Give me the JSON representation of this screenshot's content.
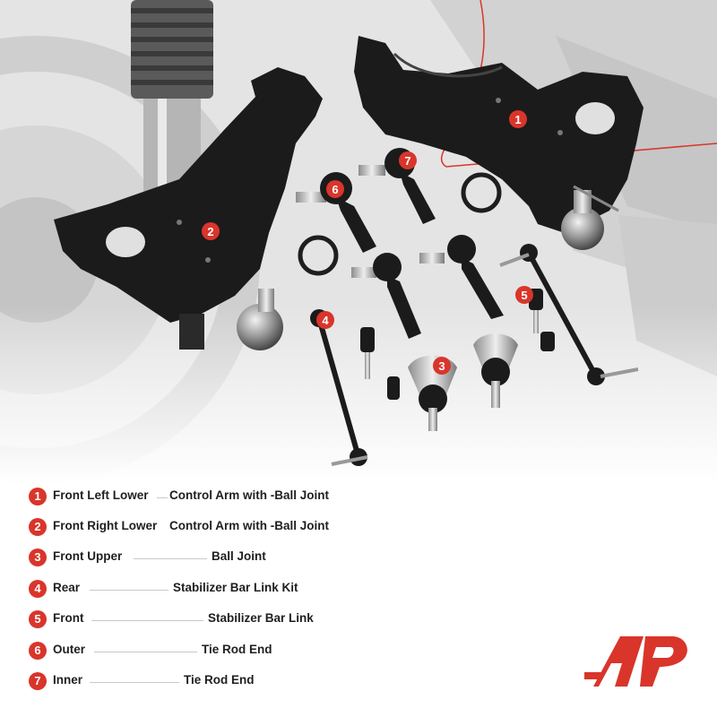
{
  "callouts": [
    "1",
    "2",
    "3",
    "4",
    "5",
    "6",
    "7"
  ],
  "legend": [
    {
      "num": "1",
      "position": "Front Left Lower",
      "part": "Control Arm with -Ball Joint"
    },
    {
      "num": "2",
      "position": "Front Right Lower",
      "part": "Control Arm with -Ball Joint"
    },
    {
      "num": "3",
      "position": "Front Upper",
      "part": "Ball Joint"
    },
    {
      "num": "4",
      "position": "Rear",
      "part": "Stabilizer Bar Link Kit"
    },
    {
      "num": "5",
      "position": "Front",
      "part": "Stabilizer Bar Link"
    },
    {
      "num": "6",
      "position": "Outer",
      "part": "Tie Rod End"
    },
    {
      "num": "7",
      "position": "Inner",
      "part": "Tie Rod End"
    }
  ],
  "colors": {
    "accent": "#d9352b",
    "text": "#1f1f1f",
    "part_black": "#1b1b1b",
    "background_gray": "#e6e6e6"
  },
  "logo": {
    "icon": "brand-logo-icon"
  }
}
